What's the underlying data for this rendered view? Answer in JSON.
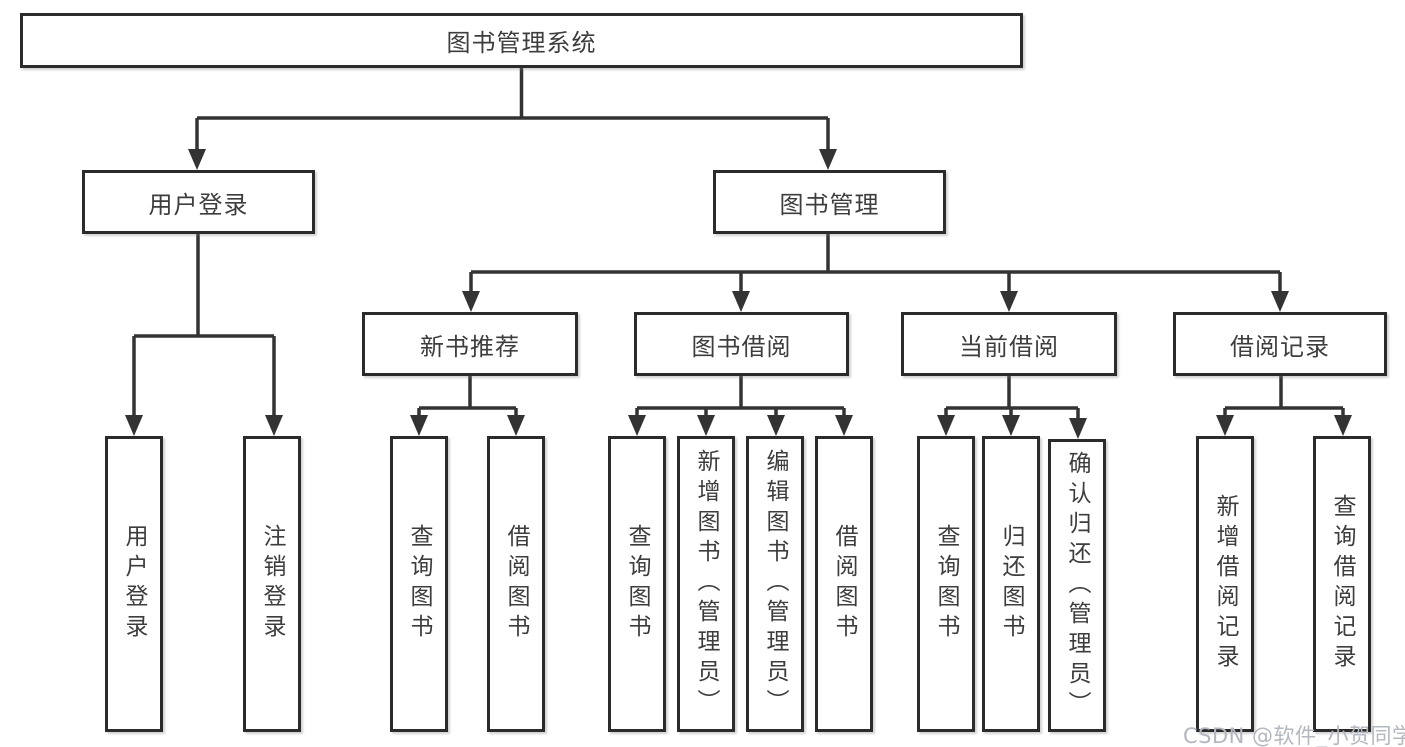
{
  "tree": {
    "root": {
      "label": "图书管理系统"
    },
    "branches": [
      {
        "label": "用户登录",
        "children": [
          {
            "label": "用户登录"
          },
          {
            "label": "注销登录"
          }
        ]
      },
      {
        "label": "图书管理",
        "children": [
          {
            "label": "新书推荐",
            "children": [
              {
                "label": "查询图书"
              },
              {
                "label": "借阅图书"
              }
            ]
          },
          {
            "label": "图书借阅",
            "children": [
              {
                "label": "查询图书"
              },
              {
                "label": "新增图书（管理员）"
              },
              {
                "label": "编辑图书（管理员）"
              },
              {
                "label": "借阅图书"
              }
            ]
          },
          {
            "label": "当前借阅",
            "children": [
              {
                "label": "查询图书"
              },
              {
                "label": "归还图书"
              },
              {
                "label": "确认归还（管理员）"
              }
            ]
          },
          {
            "label": "借阅记录",
            "children": [
              {
                "label": "新增借阅记录"
              },
              {
                "label": "查询借阅记录"
              }
            ]
          }
        ]
      }
    ]
  },
  "watermark": {
    "text": "CSDN @软件_小贺同学"
  },
  "colors": {
    "line": "#333333",
    "box_border": "#2b2b2b",
    "text": "#3d3d3d",
    "watermark_text": "#b3b7c0",
    "background": "#ffffff"
  }
}
